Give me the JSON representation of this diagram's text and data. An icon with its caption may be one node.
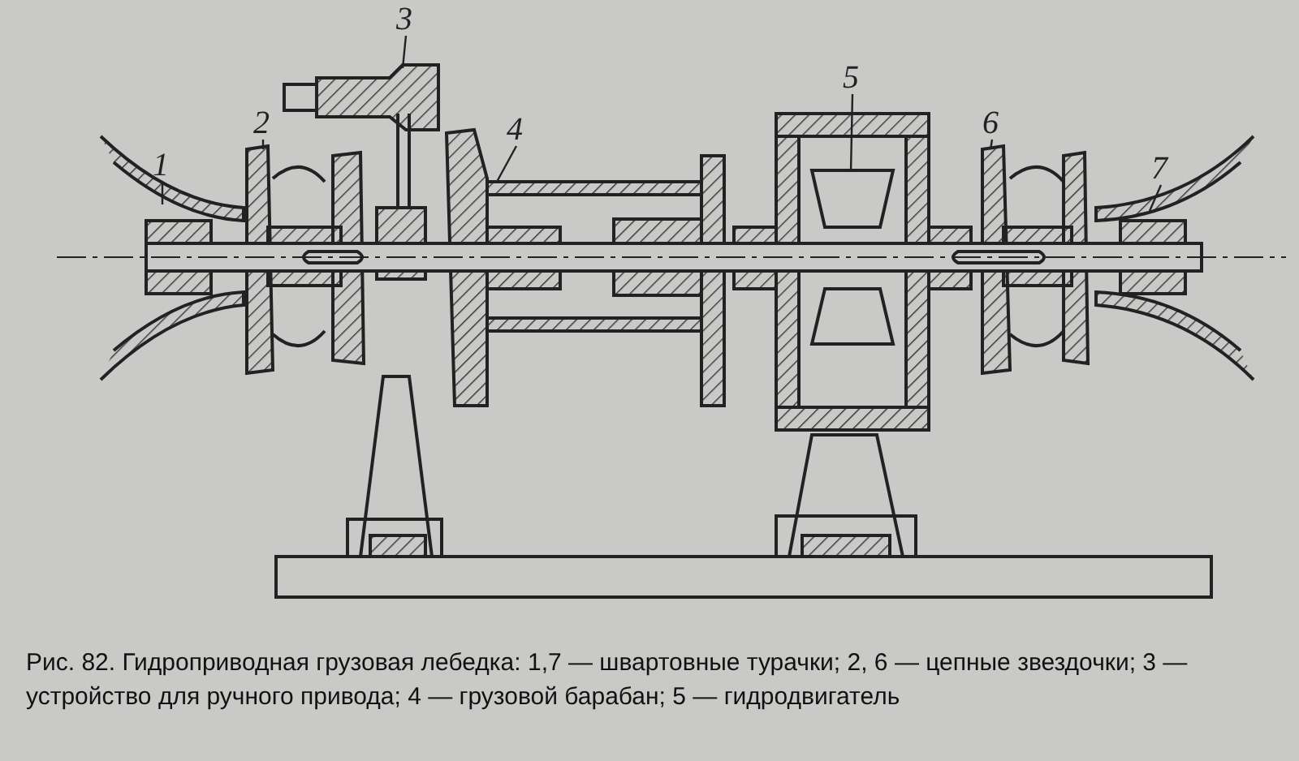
{
  "diagram": {
    "caption": "Рис. 82. Гидроприводная грузовая лебедка: 1,7 — швартовные турачки; 2, 6 — цепные звездочки; 3 — устройство для ручного привода; 4 — грузовой барабан; 5 — гидродвигатель",
    "nodes": [
      {
        "text": [
          "1"
        ]
      },
      {
        "text": [
          "2"
        ]
      },
      {
        "text": [
          "3"
        ]
      },
      {
        "text": [
          "4"
        ]
      },
      {
        "text": [
          "5"
        ]
      },
      {
        "text": [
          "6"
        ]
      },
      {
        "text": [
          "7"
        ]
      }
    ],
    "edges": [
      {
        "from": 0,
        "to": null,
        "arrow": "none"
      },
      {
        "from": 1,
        "to": null,
        "arrow": "none"
      },
      {
        "from": 2,
        "to": null,
        "arrow": "none"
      },
      {
        "from": 3,
        "to": null,
        "arrow": "none"
      },
      {
        "from": 4,
        "to": null,
        "arrow": "none"
      },
      {
        "from": 5,
        "to": null,
        "arrow": "none"
      },
      {
        "from": 6,
        "to": null,
        "arrow": "none"
      }
    ]
  }
}
